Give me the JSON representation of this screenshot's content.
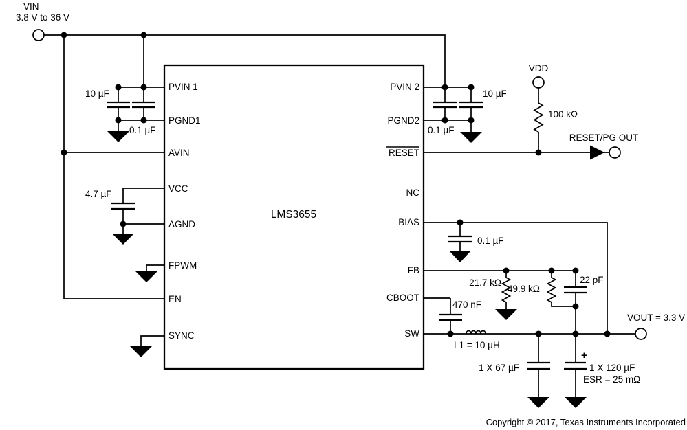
{
  "schematic": {
    "chip_name": "LMS3655",
    "left_pins": [
      "PVIN 1",
      "PGND1",
      "AVIN",
      "VCC",
      "AGND",
      "FPWM",
      "EN",
      "SYNC"
    ],
    "right_pins": [
      "PVIN 2",
      "PGND2",
      "RESET",
      "NC",
      "BIAS",
      "FB",
      "CBOOT",
      "SW"
    ],
    "vin": {
      "name": "VIN",
      "range": "3.8 V to 36 V"
    },
    "vdd": {
      "name": "VDD"
    },
    "vout": {
      "label": "VOUT = 3.3 V"
    },
    "reset_out": {
      "label": "RESET/PG OUT"
    },
    "components": {
      "c_in_bulk_left": "10 µF",
      "c_in_hf_left": "0.1 µF",
      "c_in_hf_right": "0.1 µF",
      "c_in_bulk_right": "10 µF",
      "c_vcc": "4.7 µF",
      "c_bias": "0.1 µF",
      "r_pullup": "100 kΩ",
      "r_fb_top": "21.7 kΩ",
      "r_fb_bot": "49.9 kΩ",
      "c_ff": "22 pF",
      "c_boot": "470 nF",
      "l1": "L1 = 10 µH",
      "c_out1": "1 X 67 µF",
      "c_out2": "1 X 120 µF",
      "c_out2_esr": "ESR = 25 mΩ",
      "plus_sign": "+"
    },
    "copyright": "Copyright © 2017, Texas Instruments Incorporated"
  },
  "colors": {
    "line": "#000000",
    "background": "#ffffff"
  }
}
